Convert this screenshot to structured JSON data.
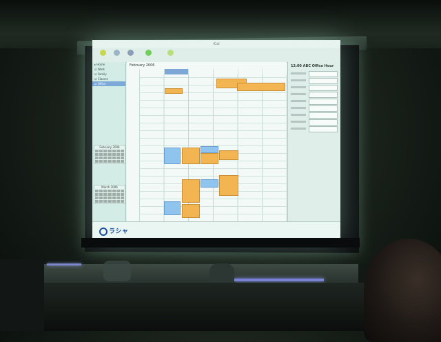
{
  "app": {
    "title": "iCal",
    "toolbar": [
      "",
      "",
      "",
      "",
      ""
    ]
  },
  "calendar": {
    "month_title": "February 2006",
    "days": [
      "",
      "",
      "",
      "",
      "",
      ""
    ],
    "events": [
      {
        "text": "",
        "color": "orange"
      },
      {
        "text": "",
        "color": "orange"
      },
      {
        "text": "",
        "color": "orange"
      },
      {
        "text": "",
        "color": "blue"
      },
      {
        "text": "",
        "color": "orange"
      },
      {
        "text": "",
        "color": "blue"
      },
      {
        "text": "",
        "color": "orange"
      },
      {
        "text": "",
        "color": "orange"
      },
      {
        "text": "",
        "color": "blue"
      },
      {
        "text": "",
        "color": "orange"
      },
      {
        "text": "",
        "color": "orange"
      },
      {
        "text": "",
        "color": "blue"
      },
      {
        "text": "",
        "color": "orange"
      }
    ]
  },
  "mini_calendars": [
    "February 2006",
    "March 2006"
  ],
  "inspector": {
    "title": "12:00 ABC Office Hour"
  },
  "footer": {
    "logo": "ラシャ"
  },
  "colors": {
    "event_orange": "#f2b552",
    "event_blue": "#8ec4ee",
    "screen_bg": "#e8f6f1",
    "selection": "#7ca9d8"
  }
}
